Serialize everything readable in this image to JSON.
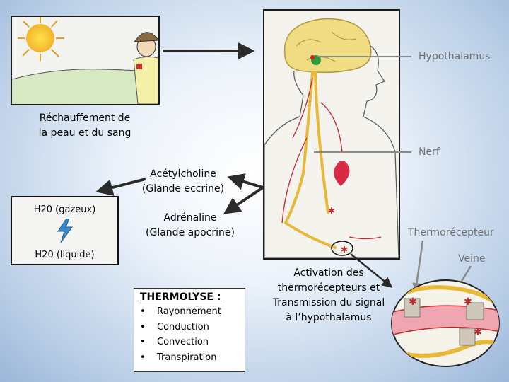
{
  "labels": {
    "skin_heating": [
      "Réchauffement de",
      "la peau et du sang"
    ],
    "hypothalamus": "Hypothalamus",
    "nerve": "Nerf",
    "acetylcholine": [
      "Acétylcholine",
      "(Glande eccrine)"
    ],
    "adrenaline": [
      "Adrénaline",
      "(Glande apocrine)"
    ],
    "thermoreceptor": "Thermorécepteur",
    "vein": "Veine",
    "activation": [
      "Activation des",
      "thermorécepteurs et",
      "Transmission du signal",
      "à l’hypothalamus"
    ]
  },
  "water_box": {
    "top": "H20 (gazeux)",
    "bottom": "H20 (liquide)"
  },
  "thermolysis": {
    "title": "THERMOLYSE :",
    "items": [
      "Rayonnement",
      "Conduction",
      "Convection",
      "Transpiration"
    ]
  },
  "colors": {
    "nerve": "#e8b838",
    "vessel": "#c0282c",
    "brain": "#f0dc82",
    "arrow": "#2b2b2b",
    "pointer": "#7a7a7a"
  }
}
